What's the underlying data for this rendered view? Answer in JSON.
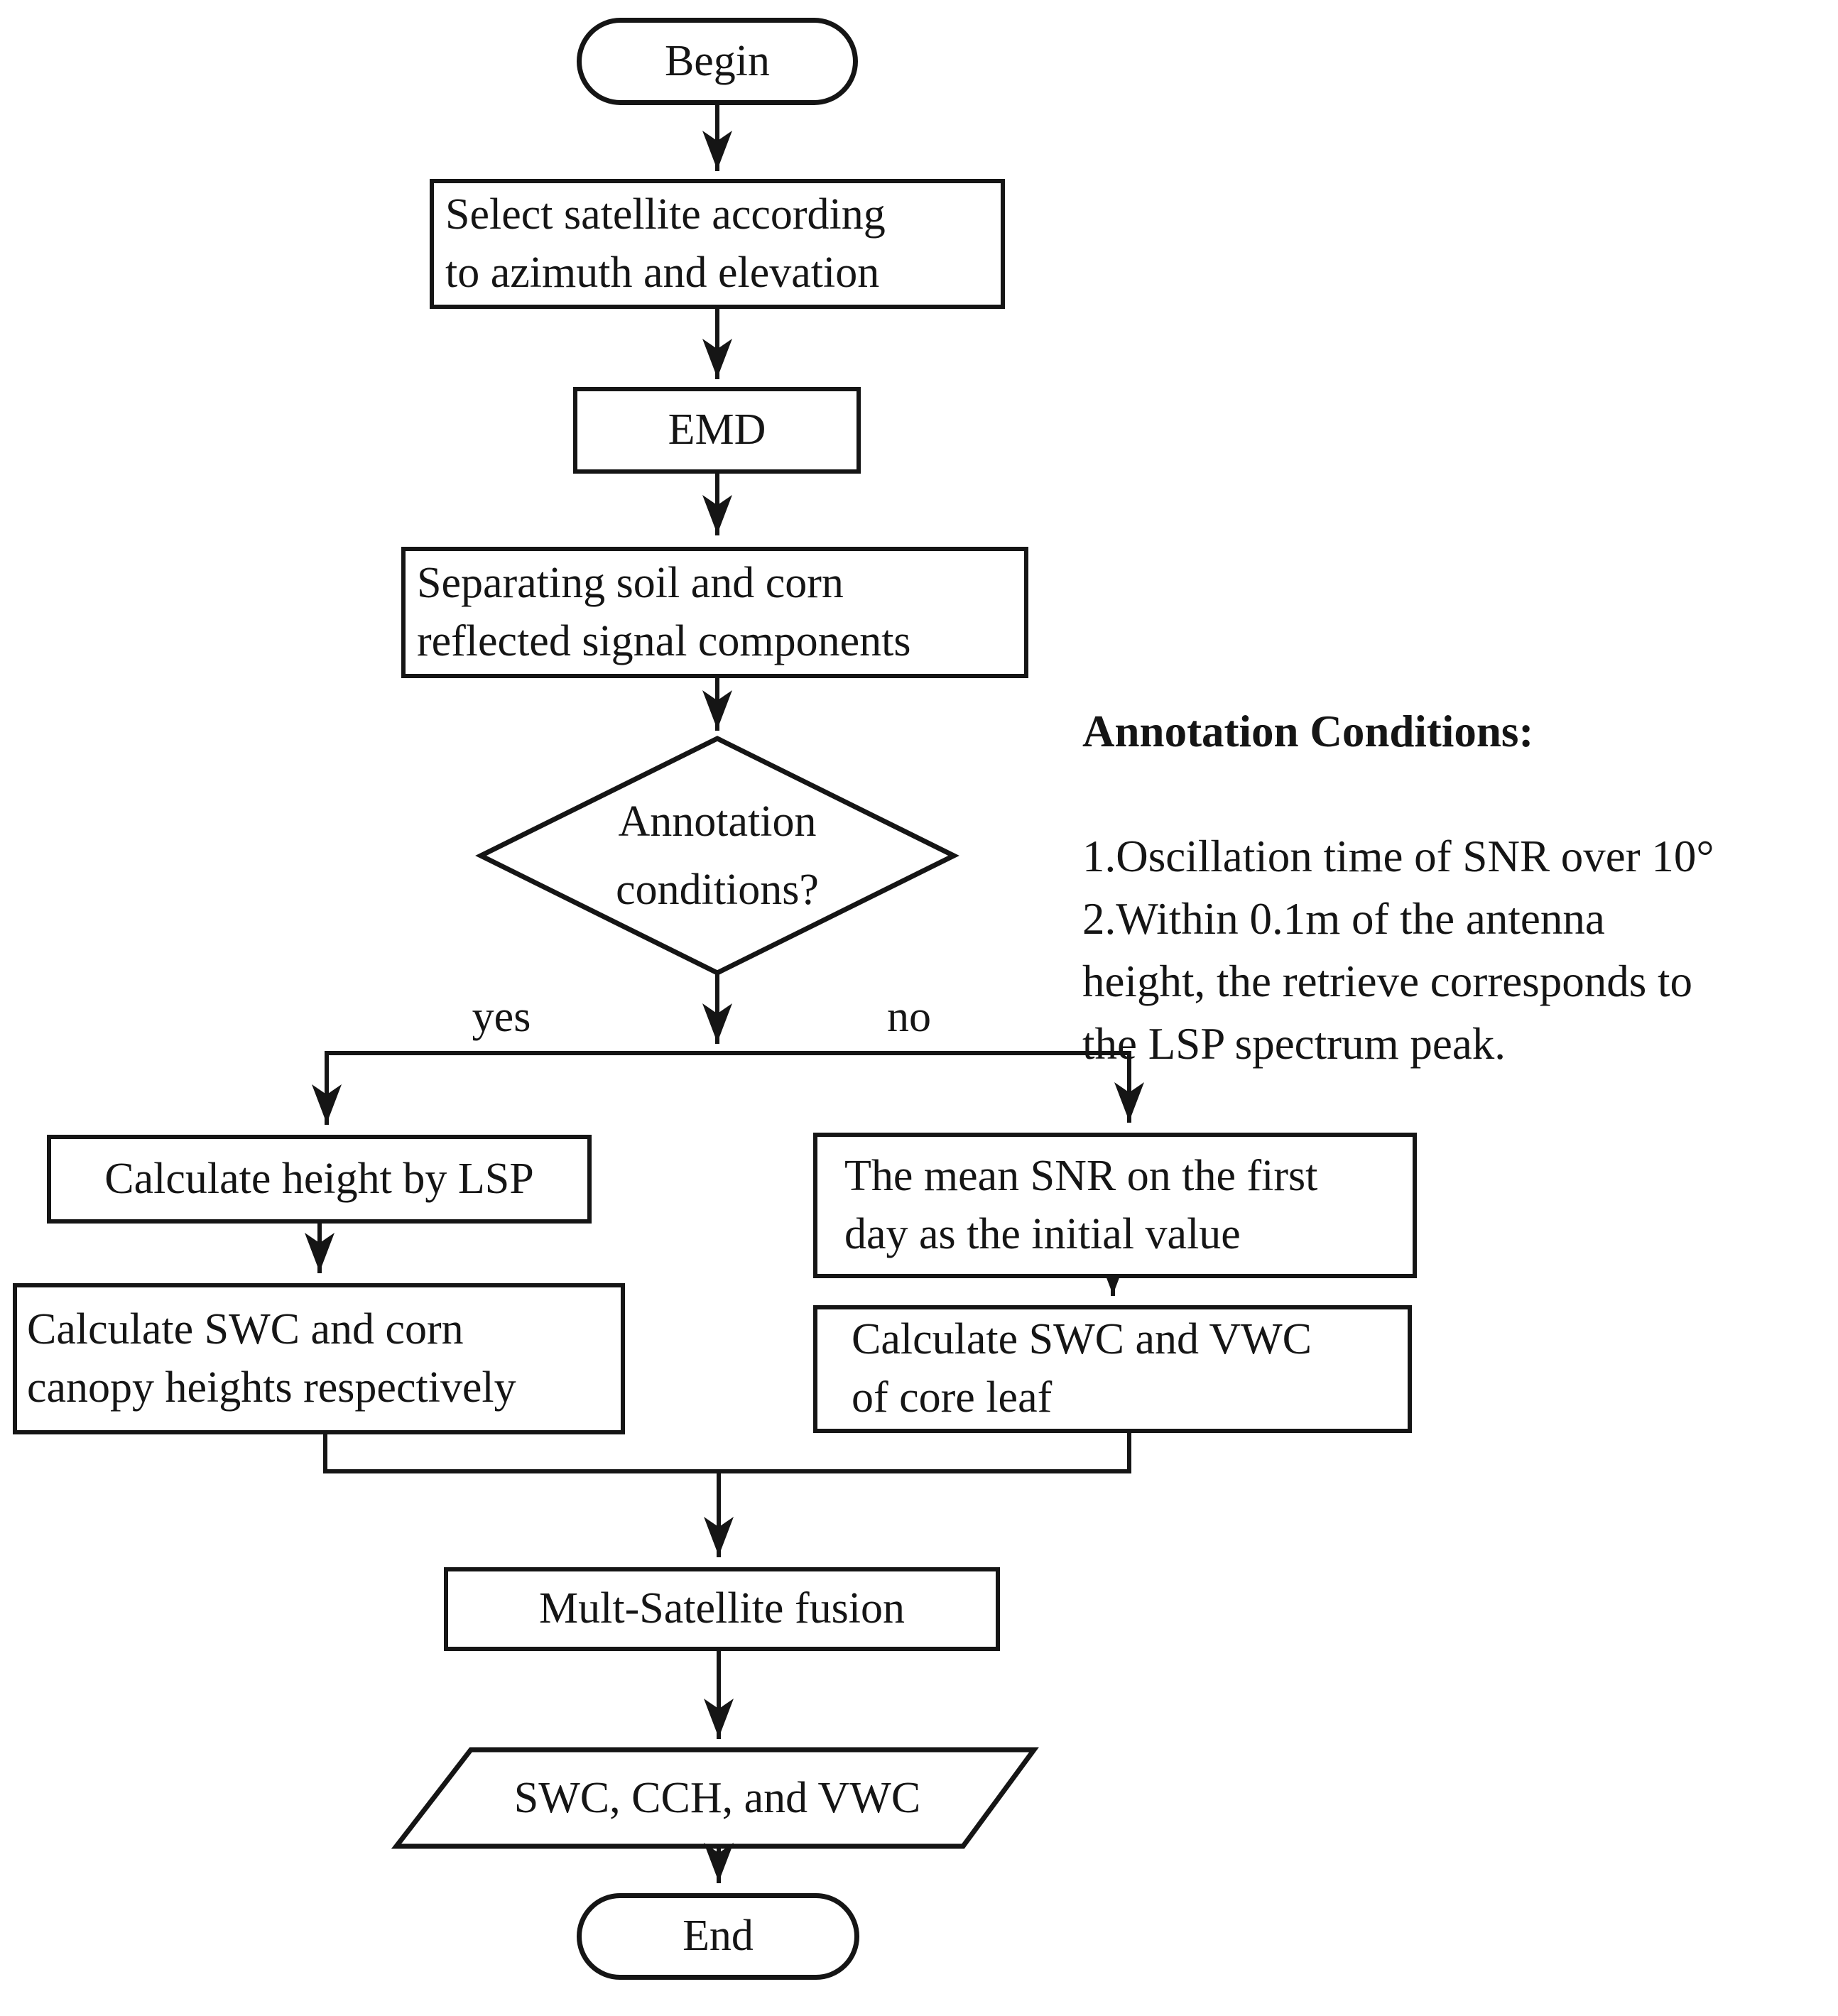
{
  "flowchart": {
    "colors": {
      "ink": "#151515",
      "background": "#ffffff"
    },
    "nodes": {
      "begin": {
        "type": "terminator",
        "label": "Begin"
      },
      "select_satellite": {
        "type": "process",
        "label": "Select satellite according\nto azimuth and elevation"
      },
      "emd": {
        "type": "process",
        "label": "EMD"
      },
      "separate_signal": {
        "type": "process",
        "label": "Separating soil and corn\nreflected signal components"
      },
      "decision": {
        "type": "decision",
        "label": "Annotation\nconditions?"
      },
      "calc_height_lsp": {
        "type": "process",
        "label": "Calculate height by LSP"
      },
      "calc_swc_corn": {
        "type": "process",
        "label": "Calculate SWC and corn\ncanopy heights respectively"
      },
      "mean_snr": {
        "type": "process",
        "label": "The mean SNR on the first\nday as the initial value"
      },
      "calc_swc_vwc": {
        "type": "process",
        "label": "Calculate SWC and VWC\nof core leaf"
      },
      "fusion": {
        "type": "process",
        "label": "Mult-Satellite fusion"
      },
      "output": {
        "type": "data",
        "label": "SWC, CCH, and VWC"
      },
      "end": {
        "type": "terminator",
        "label": "End"
      }
    },
    "branches": {
      "yes_label": "yes",
      "no_label": "no"
    },
    "annotation": {
      "title": "Annotation Conditions:",
      "body": "1.Oscillation time of SNR over 10°\n2.Within 0.1m of the antenna\nheight, the retrieve corresponds to\nthe LSP spectrum peak."
    }
  }
}
